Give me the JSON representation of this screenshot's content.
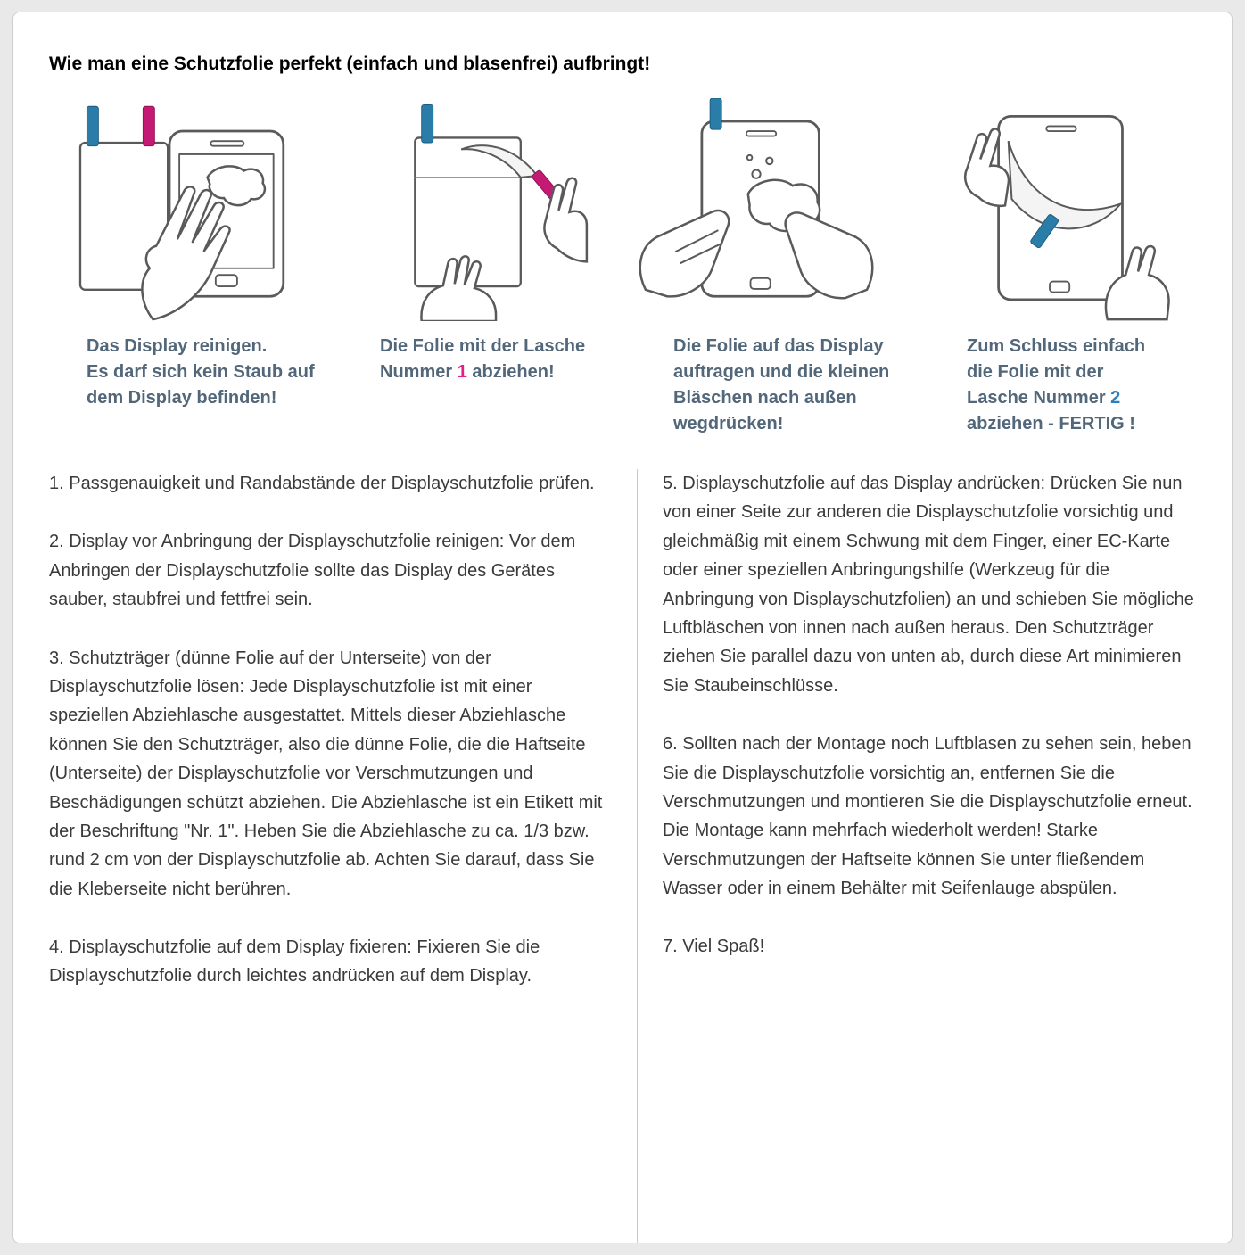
{
  "title": "Wie man eine Schutzfolie perfekt (einfach und blasenfrei) aufbringt!",
  "colors": {
    "tab_blue": "#2a7da8",
    "tab_blue_border": "#1b5a7c",
    "tab_pink": "#c41a74",
    "tab_pink_border": "#8f1054",
    "number_1_pink": "#e0218a",
    "number_2_blue": "#2a7fc0",
    "caption_text": "#53677a",
    "body_text": "#3a3a3a",
    "page_background": "#e9e9e9",
    "sheet_border": "#cfcfcf"
  },
  "figures": [
    {
      "icon": "clean-display-illustration",
      "caption": [
        {
          "text": "Das Display reinigen.\nEs darf sich kein Staub auf\ndem Display befinden!"
        }
      ]
    },
    {
      "icon": "peel-tab-1-illustration",
      "caption": [
        {
          "text": "Die Folie mit der Lasche\nNummer "
        },
        {
          "text": "1",
          "color": "#e0218a"
        },
        {
          "text": " abziehen!"
        }
      ]
    },
    {
      "icon": "apply-film-illustration",
      "caption": [
        {
          "text": "Die Folie  auf das Display\nauftragen und die kleinen\nBläschen nach außen\nwegdrücken!"
        }
      ]
    },
    {
      "icon": "peel-tab-2-illustration",
      "caption": [
        {
          "text": "Zum Schluss einfach\ndie Folie mit der\nLasche Nummer "
        },
        {
          "text": "2",
          "color": "#2a7fc0"
        },
        {
          "text": "\nabziehen - FERTIG !"
        }
      ]
    }
  ],
  "steps_left": [
    "1. Passgenauigkeit und Randabstände der Displayschutzfolie prüfen.",
    "2. Display vor Anbringung der Displayschutzfolie reinigen: Vor dem Anbringen der Displayschutzfolie sollte das Display des Gerätes sauber, staubfrei und fettfrei sein.",
    "3. Schutzträger (dünne Folie auf der Unterseite) von der Displayschutzfolie lösen: Jede Displayschutzfolie ist mit einer speziellen Abziehlasche ausgestattet. Mittels dieser Abziehlasche können Sie den Schutzträger, also die dünne Folie, die die Haftseite (Unterseite) der Displayschutzfolie vor Verschmutzungen und Beschädigungen schützt abziehen. Die Abziehlasche ist ein Etikett mit der Beschriftung \"Nr. 1\". Heben Sie die Abziehlasche zu ca. 1/3 bzw. rund 2 cm von der Displayschutzfolie ab. Achten Sie darauf, dass Sie die Kleberseite nicht berühren.",
    "4. Displayschutzfolie auf dem Display fixieren: Fixieren Sie die Displayschutzfolie durch leichtes andrücken auf dem Display."
  ],
  "steps_right": [
    "5. Displayschutzfolie auf das Display andrücken: Drücken Sie nun von einer Seite zur anderen die Displayschutzfolie vorsichtig und gleichmäßig mit einem Schwung mit dem Finger, einer EC-Karte oder einer speziellen Anbringungshilfe (Werkzeug für die Anbringung von Displayschutzfolien) an und schieben Sie mögliche Luftbläschen von innen nach außen heraus. Den Schutzträger ziehen Sie parallel dazu von unten ab, durch diese Art minimieren Sie Staubeinschlüsse.",
    "6. Sollten nach der Montage noch Luftblasen zu sehen sein, heben Sie die Displayschutzfolie vorsichtig an, entfernen Sie die Verschmutzungen und montieren Sie die Displayschutzfolie erneut. Die Montage kann mehrfach wiederholt werden! Starke Verschmutzungen der Haftseite können Sie unter fließendem Wasser oder in einem Behälter mit Seifenlauge abspülen.",
    "7. Viel Spaß!"
  ]
}
